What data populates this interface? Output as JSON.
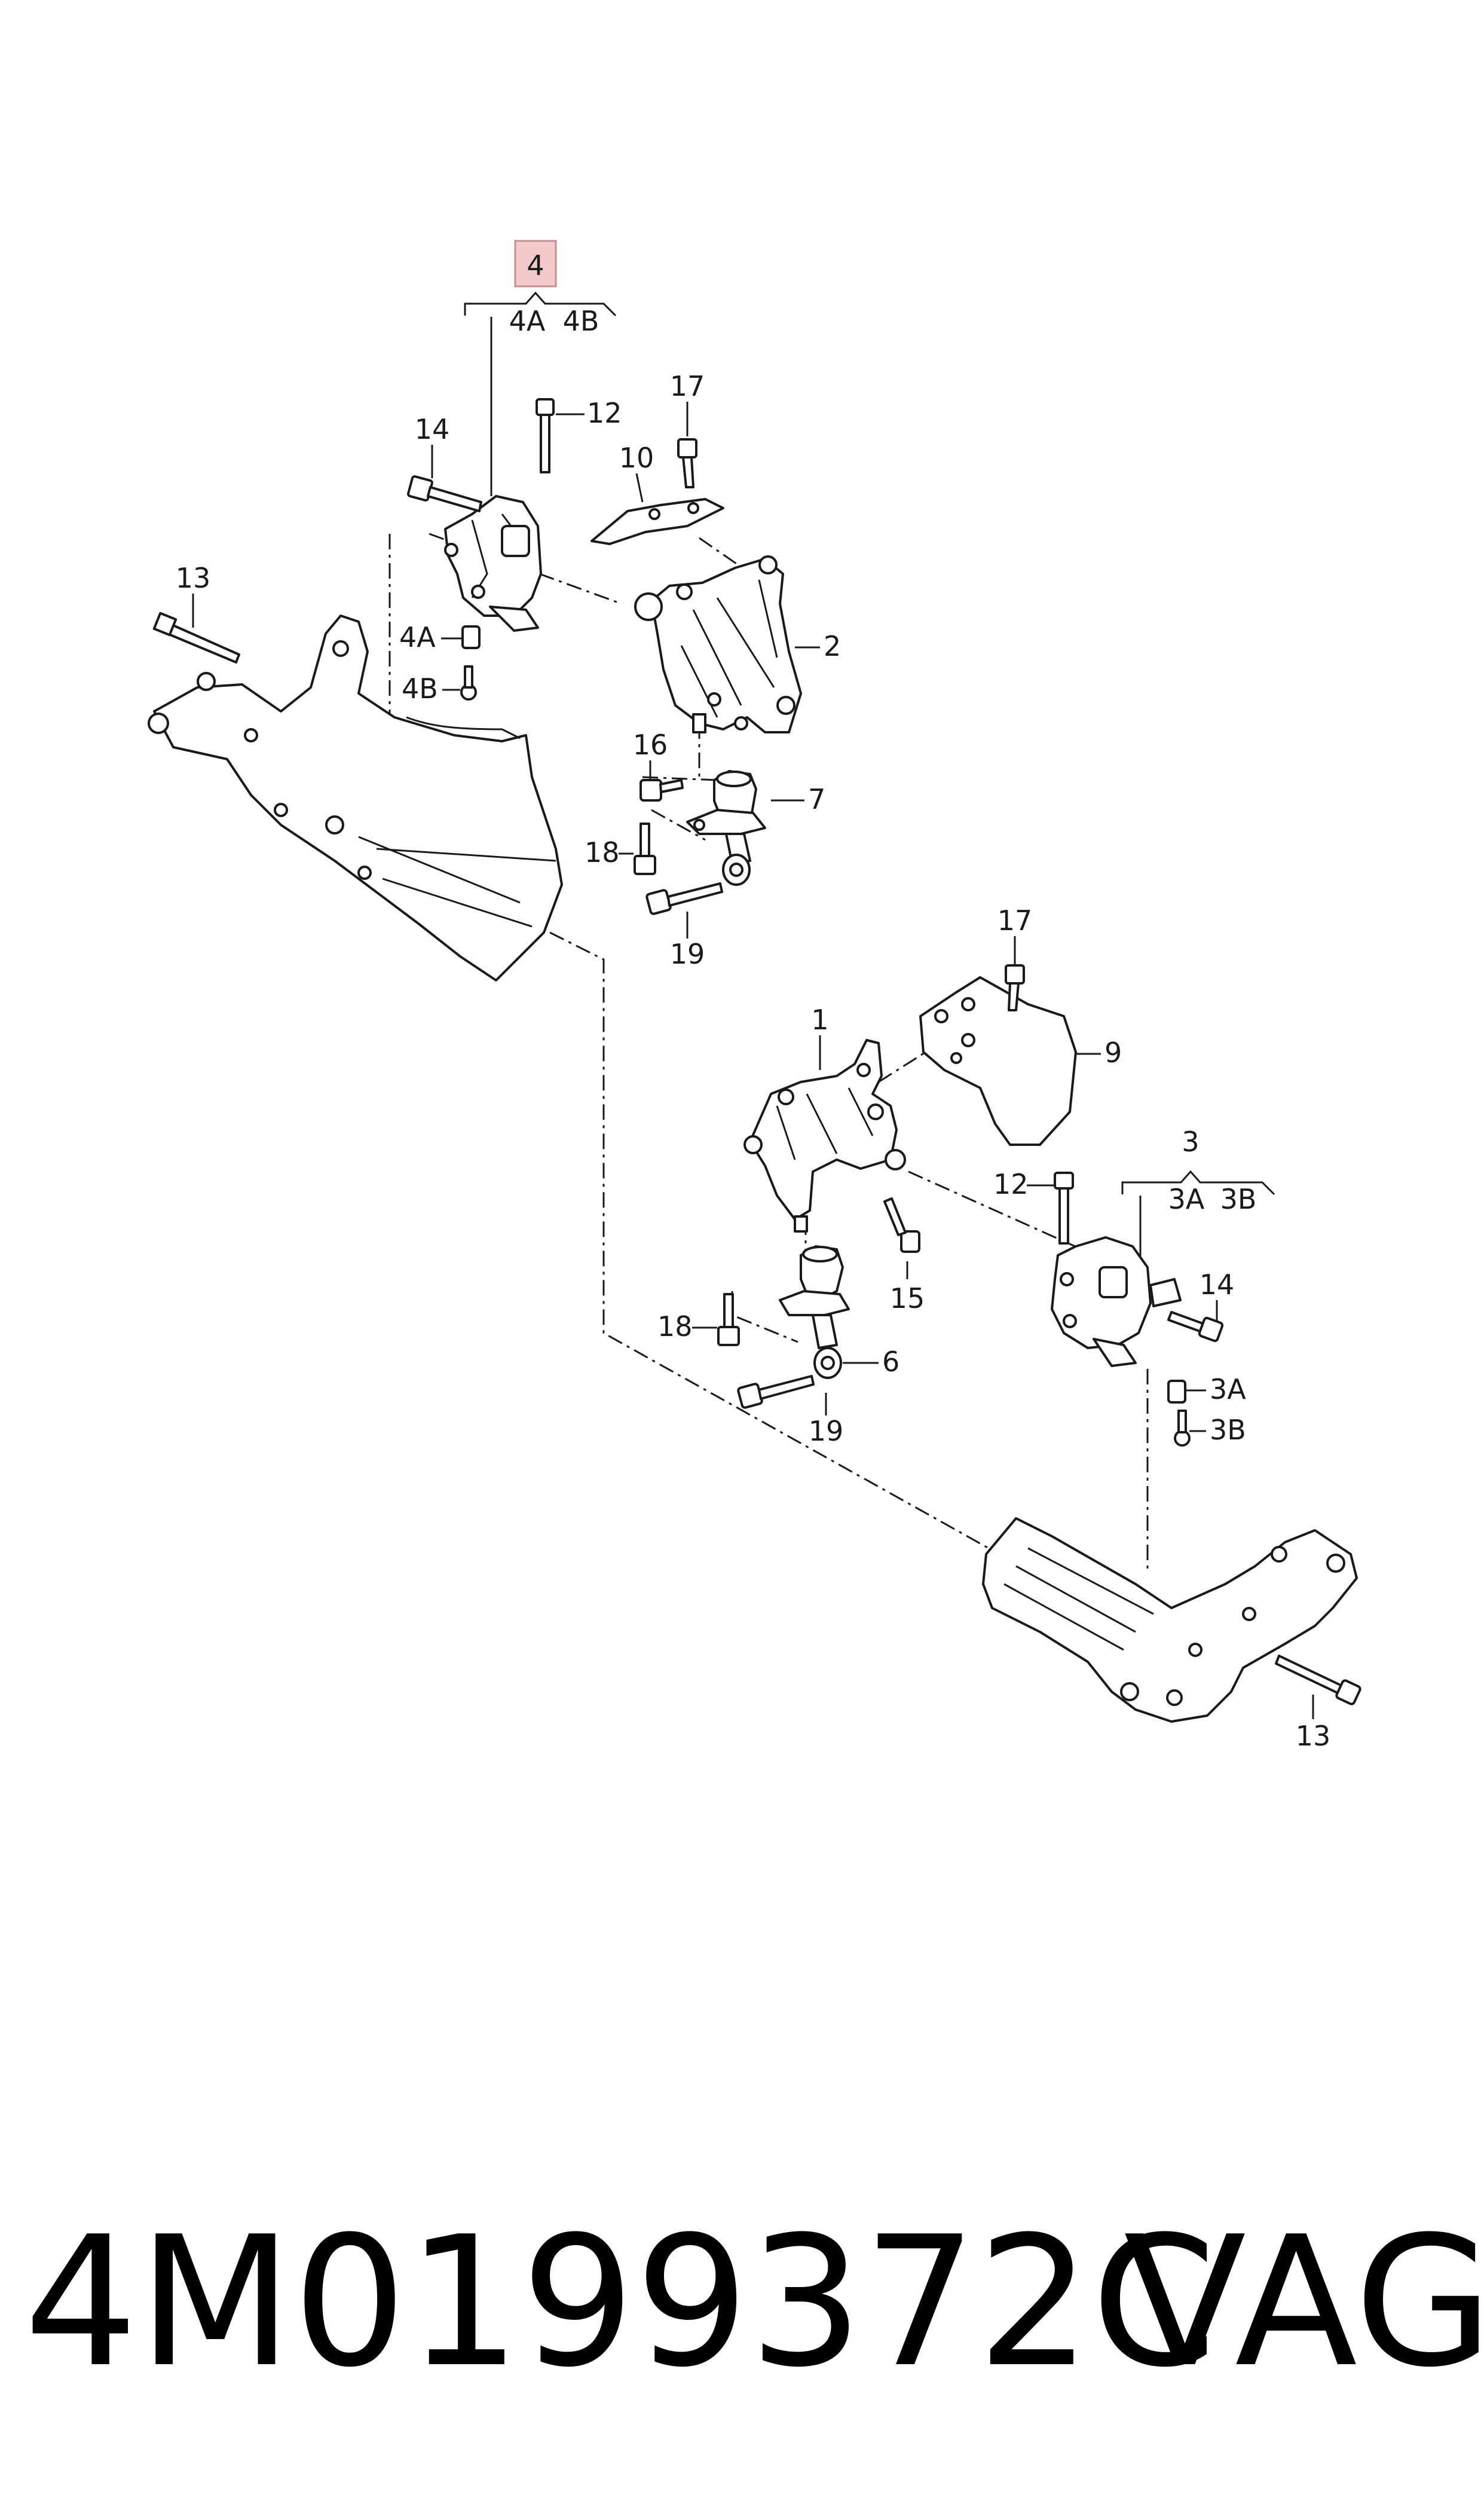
{
  "callouts": {
    "c4": "4",
    "c4a_top": "4A",
    "c4b_top": "4B",
    "c12_top": "12",
    "c17_top": "17",
    "c14_top": "14",
    "c10": "10",
    "c13_top": "13",
    "c2": "2",
    "c4a": "4A",
    "c4b": "4B",
    "c16": "16",
    "c7": "7",
    "c18_top": "18",
    "c19_top": "19",
    "c17_bot": "17",
    "c1": "1",
    "c9": "9",
    "c3": "3",
    "c3a_top": "3A",
    "c3b_top": "3B",
    "c12_bot": "12",
    "c14_bot": "14",
    "c15": "15",
    "c18_bot": "18",
    "c6": "6",
    "c3a": "3A",
    "c3b": "3B",
    "c19_bot": "19",
    "c13_bot": "13"
  },
  "highlight_color": "#f4c9cc",
  "part_number": "4M0199372C",
  "brand": "VAG"
}
